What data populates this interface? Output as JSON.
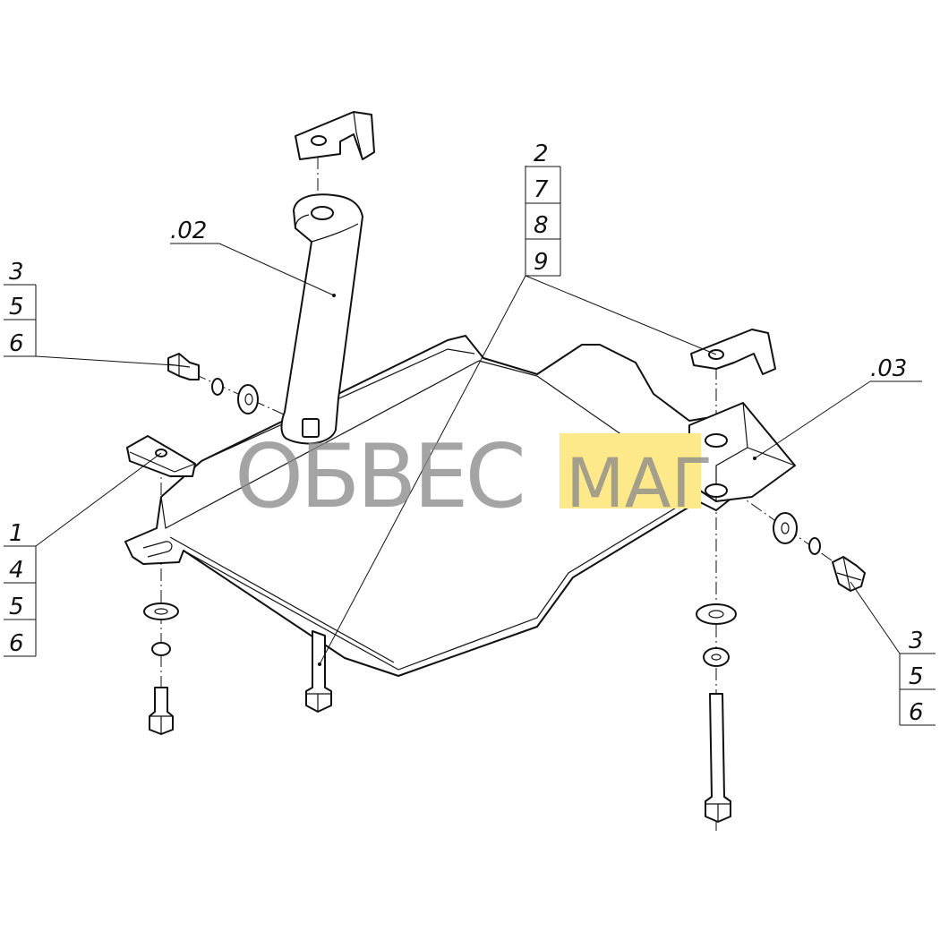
{
  "diagram": {
    "callouts": {
      "bracket_left": ".02",
      "bracket_right": ".03",
      "top_stack": [
        "2",
        "7",
        "8",
        "9"
      ],
      "left_stack": [
        "3",
        "5",
        "6"
      ],
      "lower_left_stack": [
        "1",
        "4",
        "5",
        "6"
      ],
      "right_stack": [
        "3",
        "5",
        "6"
      ]
    },
    "watermark": {
      "part1": "ОБВЕС",
      "part2": "МАГ",
      "accent_color": "#fde98a",
      "text_color": "#8a8a8a"
    }
  }
}
